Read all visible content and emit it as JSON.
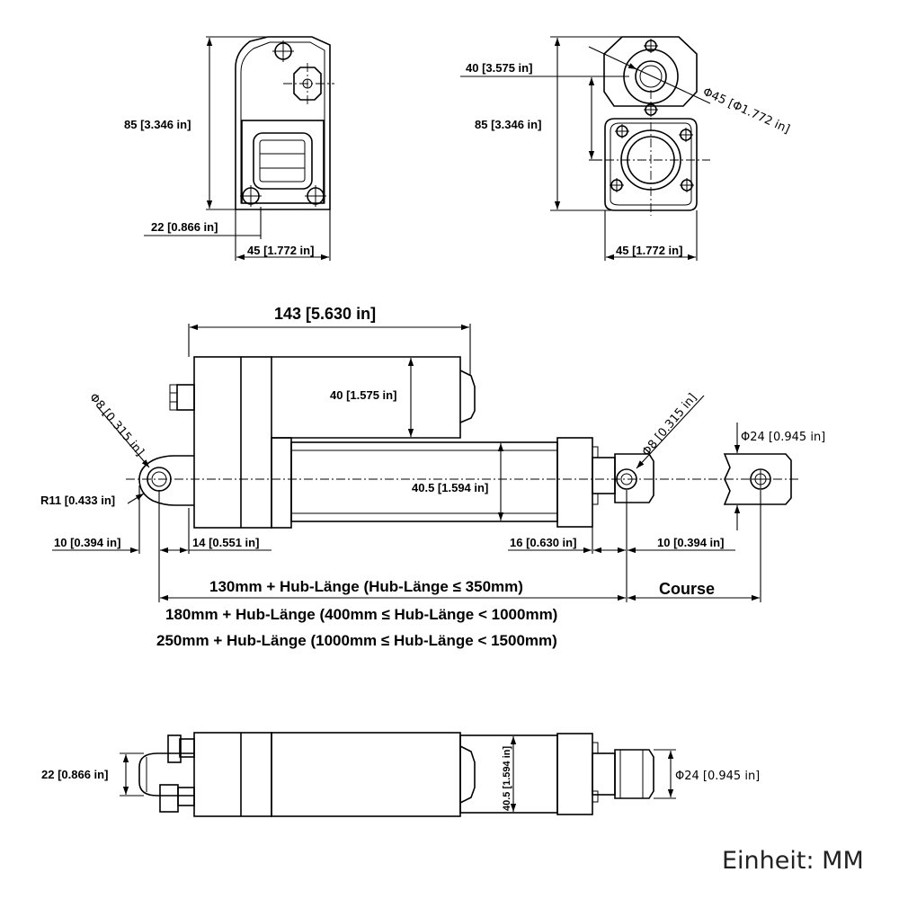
{
  "top_left_view": {
    "height_label": "85 [3.346 in]",
    "hole_spacing_label": "22 [0.866 in]",
    "width_label": "45 [1.772 in]"
  },
  "top_right_view": {
    "offset_label": "40 [3.575 in]",
    "height_label": "85 [3.346 in]",
    "diameter_label": "Φ45 [Φ1.772 in]",
    "width_label": "45 [1.772 in]"
  },
  "side_view": {
    "motor_length_label": "143 [5.630 in]",
    "motor_diameter_label": "40 [1.575 in]",
    "tube_diameter_label": "40.5 [1.594 in]",
    "rear_hole_label": "Φ8 [0.315 in]",
    "front_hole_label": "Φ8 [0.315 in]",
    "rod_diameter_label": "Φ24 [0.945 in]",
    "radius_label": "R11 [0.433 in]",
    "rear_offset_label": "10 [0.394 in]",
    "rear_clevis_label": "14 [0.551 in]",
    "front_clevis_label": "16 [0.630 in]",
    "front_offset_label": "10 [0.394 in]",
    "stroke_line_1": "130mm + Hub-Länge (Hub-Länge ≤ 350mm)",
    "stroke_line_2": "180mm + Hub-Länge (400mm ≤ Hub-Länge  < 1000mm)",
    "stroke_line_3": "250mm + Hub-Länge (1000mm ≤ Hub-Länge  <  1500mm)",
    "course_label": "Course"
  },
  "bottom_view": {
    "hole_spacing_label": "22 [0.866 in]",
    "tube_diameter_label": "40.5 [1.594 in]",
    "rod_diameter_label": "Φ24 [0.945 in]"
  },
  "unit_label": "Einheit: MM"
}
